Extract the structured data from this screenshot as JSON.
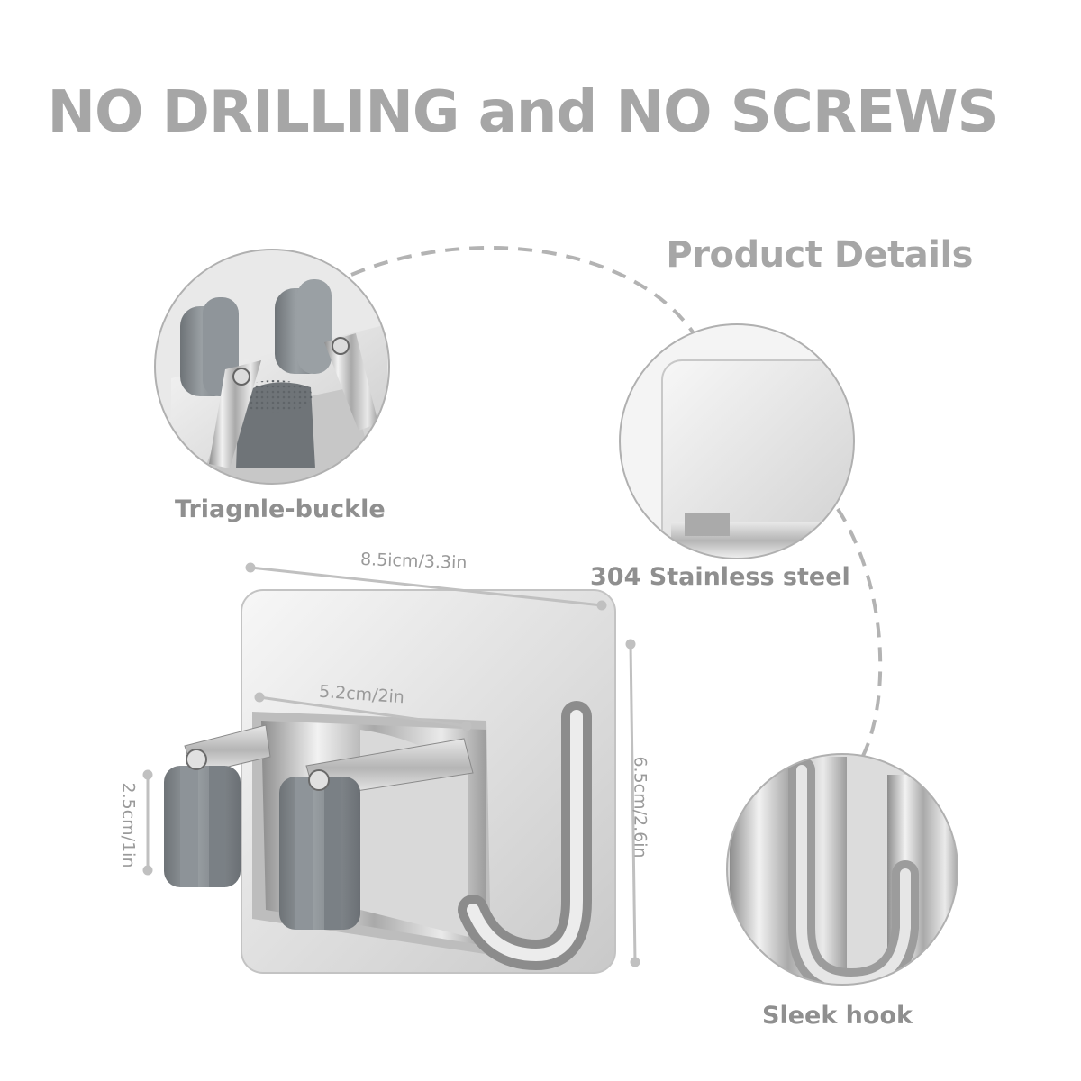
{
  "headline": "NO DRILLING and NO SCREWS",
  "section_title": "Product Details",
  "callouts": {
    "buckle": "Triagnle-buckle",
    "steel": "304 Stainless steel",
    "hook": "Sleek hook"
  },
  "dimensions": {
    "width_total": "8.5icm/3.3in",
    "width_inner": "5.2cm/2in",
    "height_total": "6.5cm/2.6in",
    "height_clip": "2.5cm/1in"
  },
  "colors": {
    "heading_text": "#a6a6a6",
    "label_text": "#8f8f8f",
    "rubber_grey": "#7f858a",
    "steel_light": "#eeeeee",
    "steel_dark": "#9a9a9a"
  }
}
